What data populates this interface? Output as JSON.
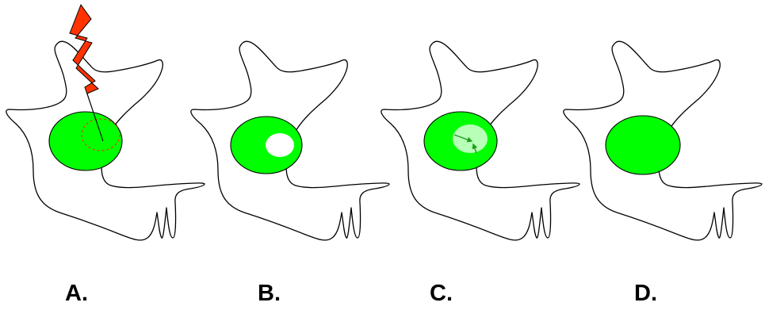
{
  "colors": {
    "nucleus_fill": "#00ff00",
    "bleached_spot": "#ffffff",
    "recovering_spot": "#b8ffb8",
    "laser_fill": "#ff3300",
    "roi_ring": "#ff2200",
    "arrow": "#1e9e1e"
  },
  "icons": {
    "laser": "lightning-bolt",
    "diffusion": "arrow"
  },
  "panels": [
    {
      "label": "A.",
      "state": "laser pulse on nucleus"
    },
    {
      "label": "B.",
      "state": "bleached spot"
    },
    {
      "label": "C.",
      "state": "fluorescence recovery"
    },
    {
      "label": "D.",
      "state": "fully recovered"
    }
  ]
}
